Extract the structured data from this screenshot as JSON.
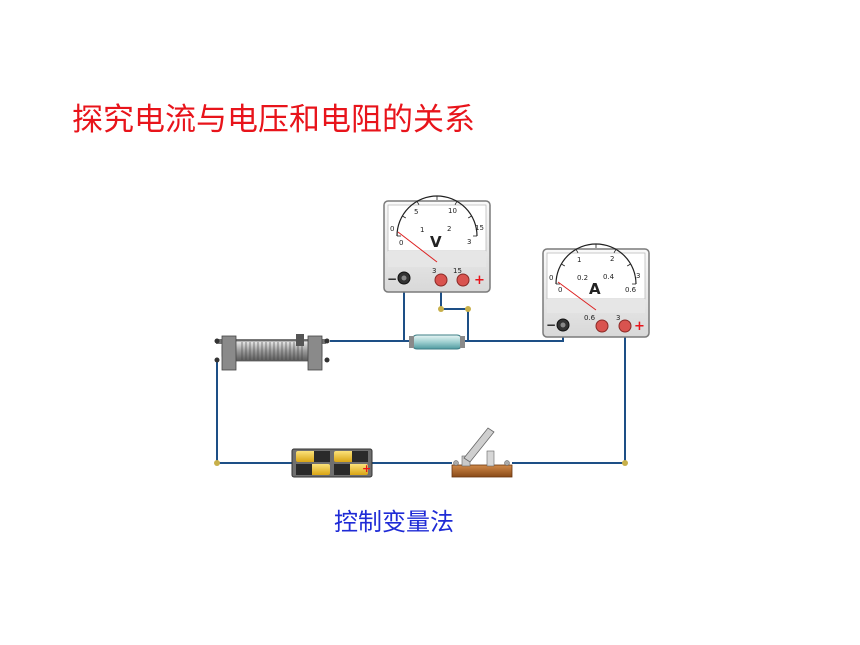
{
  "title": "探究电流与电压和电阻的关系",
  "caption": "控制变量法",
  "colors": {
    "title": "#e8141b",
    "caption": "#1f2bd6",
    "wire": "#1d4f86",
    "terminal_red": "#d9534f",
    "meter_body": "#f0f0f0",
    "battery_yellow": "#f2c230",
    "switch_base": "#b5651d"
  },
  "voltmeter": {
    "symbol": "V",
    "outer_scale": [
      "0",
      "5",
      "10",
      "15"
    ],
    "inner_scale": [
      "0",
      "1",
      "2",
      "3"
    ],
    "terminal_labels": [
      "3",
      "15"
    ],
    "minus": "−",
    "plus": "+"
  },
  "ammeter": {
    "symbol": "A",
    "outer_scale": [
      "0",
      "1",
      "2",
      "3"
    ],
    "inner_scale": [
      "0",
      "0.2",
      "0.4",
      "0.6"
    ],
    "terminal_labels": [
      "0.6",
      "3"
    ],
    "minus": "−",
    "plus": "+"
  },
  "battery": {
    "plus": "+"
  },
  "icons": {
    "rheostat": "sliding-rheostat-icon",
    "resistor": "fixed-resistor-icon",
    "battery": "battery-pack-icon",
    "switch": "knife-switch-icon"
  }
}
